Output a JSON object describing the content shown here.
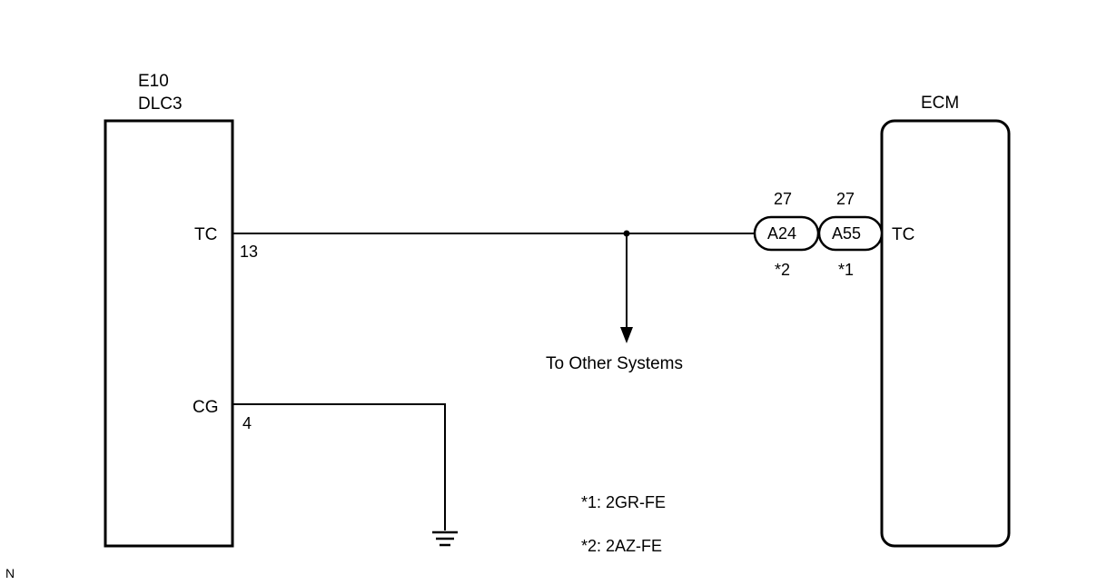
{
  "dlc3": {
    "connector_code": "E10",
    "name": "DLC3",
    "pin_tc": {
      "name": "TC",
      "number": "13"
    },
    "pin_cg": {
      "name": "CG",
      "number": "4"
    }
  },
  "ecm": {
    "name": "ECM",
    "pin_tc": {
      "name": "TC"
    }
  },
  "connectors": [
    {
      "code": "A24",
      "pin": "27",
      "note": "*2"
    },
    {
      "code": "A55",
      "pin": "27",
      "note": "*1"
    }
  ],
  "branch_label": "To Other Systems",
  "footnotes": [
    "*1: 2GR-FE",
    "*2: 2AZ-FE"
  ],
  "corner_mark": "N",
  "colors": {
    "line": "#000000",
    "background": "#ffffff"
  }
}
